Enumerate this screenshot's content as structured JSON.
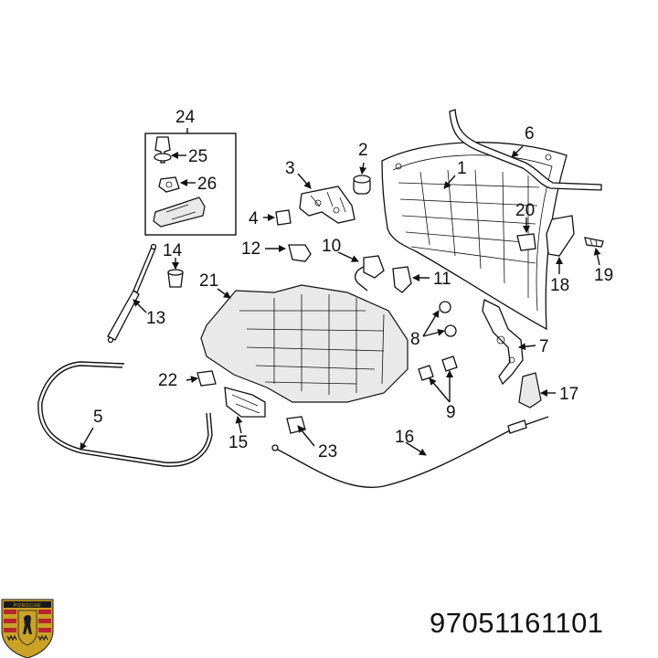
{
  "callouts": {
    "c1": "1",
    "c2": "2",
    "c3": "3",
    "c4": "4",
    "c5": "5",
    "c6": "6",
    "c7": "7",
    "c8": "8",
    "c9": "9",
    "c10": "10",
    "c11": "11",
    "c12": "12",
    "c13": "13",
    "c14": "14",
    "c15": "15",
    "c16": "16",
    "c17": "17",
    "c18": "18",
    "c19": "19",
    "c20": "20",
    "c21": "21",
    "c22": "22",
    "c23": "23",
    "c24": "24",
    "c25": "25",
    "c26": "26"
  },
  "part_number": "97051161101",
  "logo": {
    "name": "porsche-crest",
    "wordmark": "PORSCHE",
    "colors": {
      "gold": "#c9a227",
      "red": "#b8252c",
      "black": "#1a1a1a"
    }
  }
}
